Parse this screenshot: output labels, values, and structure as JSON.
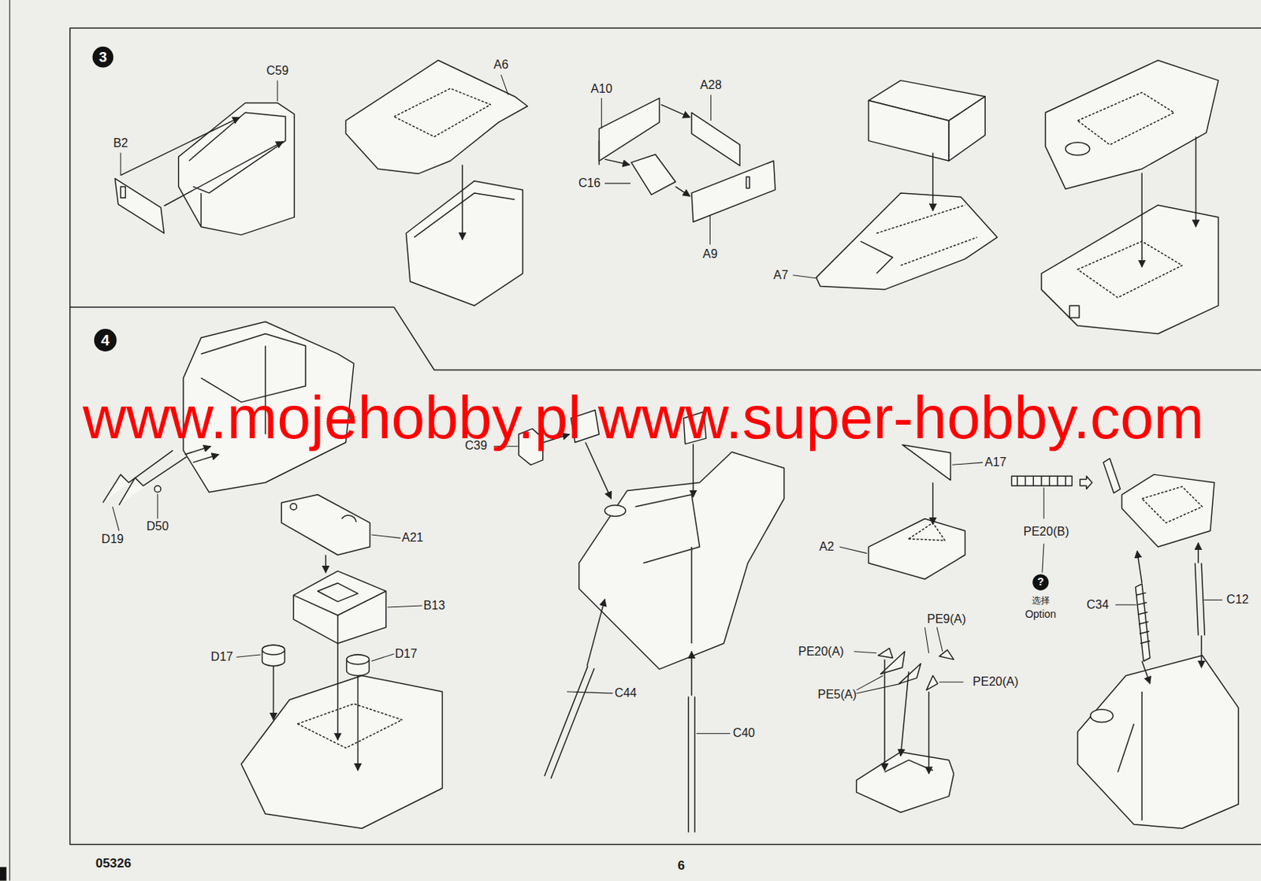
{
  "diagram": {
    "labels": [
      "3",
      "C59",
      "A6",
      "A10",
      "A28",
      "B2",
      "C16",
      "A9",
      "A7",
      "4",
      "www.mojehobby.pl www.super-hobby.com",
      "C39",
      "D19",
      "D50",
      "A21",
      "B13",
      "D17",
      "D17",
      "C44",
      "C40",
      "A17",
      "A2",
      "PE20(B)",
      "?",
      "选择",
      "Option",
      "C34",
      "C12",
      "PE9(A)",
      "PE20(A)",
      "PE20(A)",
      "PE5(A)",
      "05326",
      "6"
    ]
  }
}
